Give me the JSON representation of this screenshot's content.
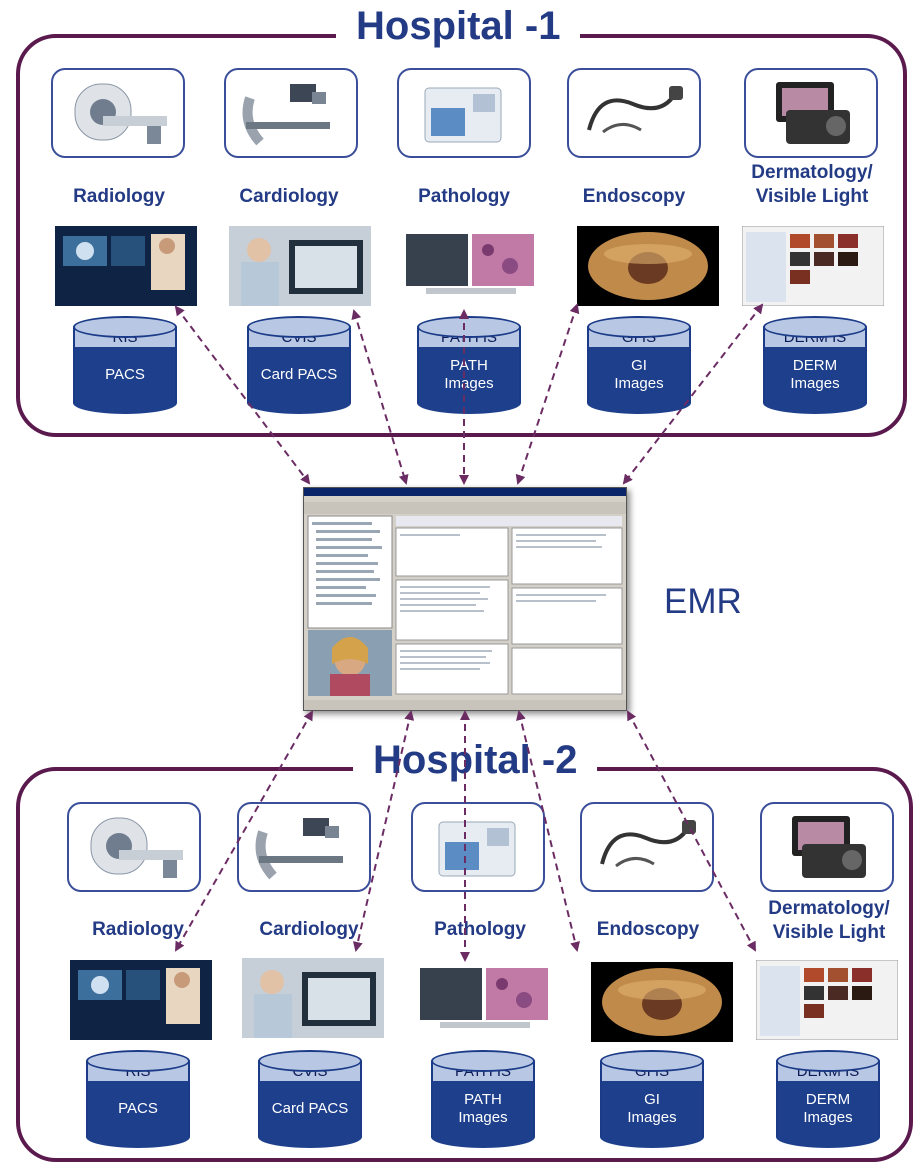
{
  "emr_label": "EMR",
  "hospitals": [
    {
      "title": "Hospital -1",
      "departments": [
        {
          "label": "Radiology",
          "system": "RIS",
          "archive": "PACS",
          "device_icon": "ct-scanner-icon",
          "screen_icon": "radiology-workstation-icon"
        },
        {
          "label": "Cardiology",
          "system": "CVIS",
          "archive": "Card PACS",
          "device_icon": "cath-lab-icon",
          "screen_icon": "cardiology-workstation-icon"
        },
        {
          "label": "Pathology",
          "system": "PATH IS",
          "archive": "PATH\nImages",
          "device_icon": "slide-scanner-icon",
          "screen_icon": "pathology-workstation-icon"
        },
        {
          "label": "Endoscopy",
          "system": "GI IS",
          "archive": "GI\nImages",
          "device_icon": "endoscope-icon",
          "screen_icon": "endoscopy-image-icon"
        },
        {
          "label": "Dermatology/\nVisible Light",
          "system": "DERM IS",
          "archive": "DERM\nImages",
          "device_icon": "digital-camera-icon",
          "screen_icon": "derm-viewer-icon"
        }
      ]
    },
    {
      "title": "Hospital -2",
      "departments": [
        {
          "label": "Radiology",
          "system": "RIS",
          "archive": "PACS",
          "device_icon": "ct-scanner-icon",
          "screen_icon": "radiology-workstation-icon"
        },
        {
          "label": "Cardiology",
          "system": "CVIS",
          "archive": "Card PACS",
          "device_icon": "cath-lab-icon",
          "screen_icon": "cardiology-workstation-icon"
        },
        {
          "label": "Pathology",
          "system": "PATH IS",
          "archive": "PATH\nImages",
          "device_icon": "slide-scanner-icon",
          "screen_icon": "pathology-workstation-icon"
        },
        {
          "label": "Endoscopy",
          "system": "GI IS",
          "archive": "GI\nImages",
          "device_icon": "endoscope-icon",
          "screen_icon": "endoscopy-image-icon"
        },
        {
          "label": "Dermatology/\nVisible Light",
          "system": "DERM IS",
          "archive": "DERM\nImages",
          "device_icon": "digital-camera-icon",
          "screen_icon": "derm-viewer-icon"
        }
      ]
    }
  ],
  "colors": {
    "frame": "#5a1a4d",
    "title": "#233a84",
    "db_top": "#b8c8e4",
    "db_body": "#1d3f8c",
    "arrow": "#6b2c64"
  }
}
